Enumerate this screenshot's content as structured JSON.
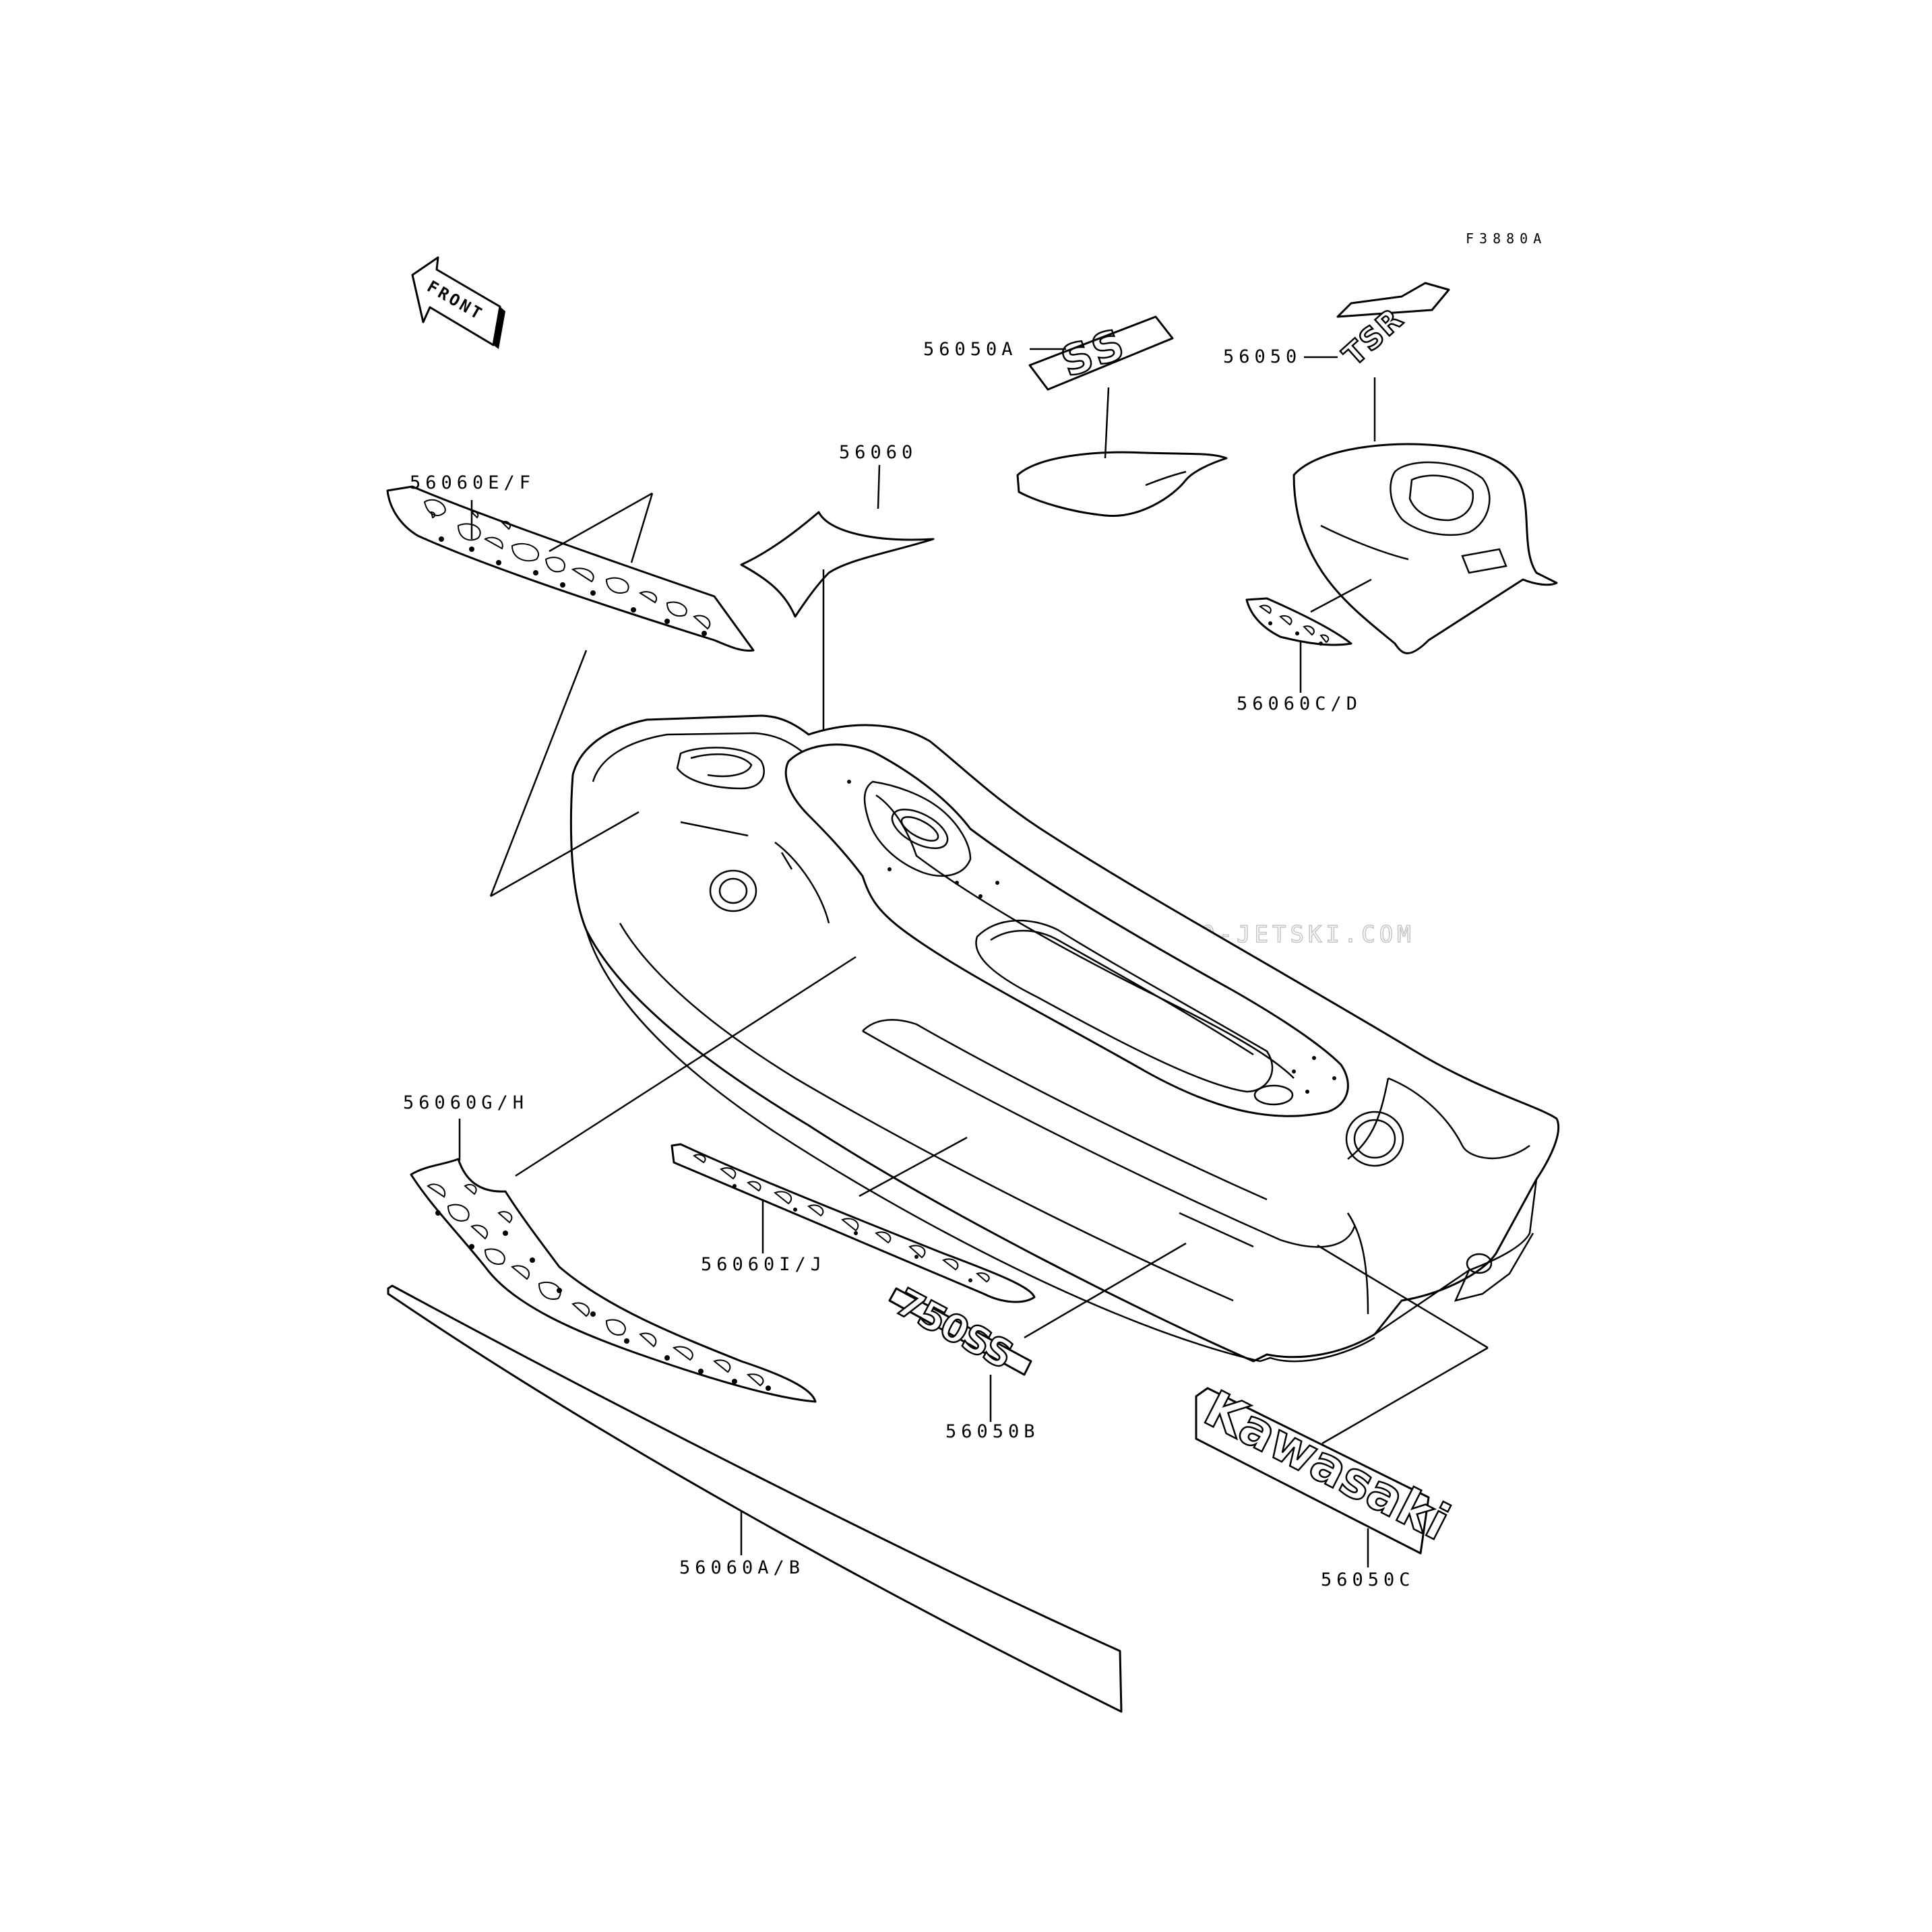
{
  "figure_code": "F3880A",
  "front_arrow_label": "FRONT",
  "watermark": "JETSKI.COM  PROMO-JETSKI.COM  PROMO-JETSKI.COM",
  "callouts": [
    {
      "id": "p56050A",
      "label": "56050A"
    },
    {
      "id": "p56050",
      "label": "56050"
    },
    {
      "id": "p56060",
      "label": "56060"
    },
    {
      "id": "p56060EF",
      "label": "56060E/F"
    },
    {
      "id": "p56060CD",
      "label": "56060C/D"
    },
    {
      "id": "p56060GH",
      "label": "56060G/H"
    },
    {
      "id": "p56060IJ",
      "label": "56060I/J"
    },
    {
      "id": "p56050B",
      "label": "56050B"
    },
    {
      "id": "p56050C",
      "label": "56050C"
    },
    {
      "id": "p56060AB",
      "label": "56060A/B"
    }
  ],
  "decal_text": {
    "ss": "SS",
    "model": "750SS",
    "brand": "Kawasaki",
    "tsr": "TSR"
  }
}
